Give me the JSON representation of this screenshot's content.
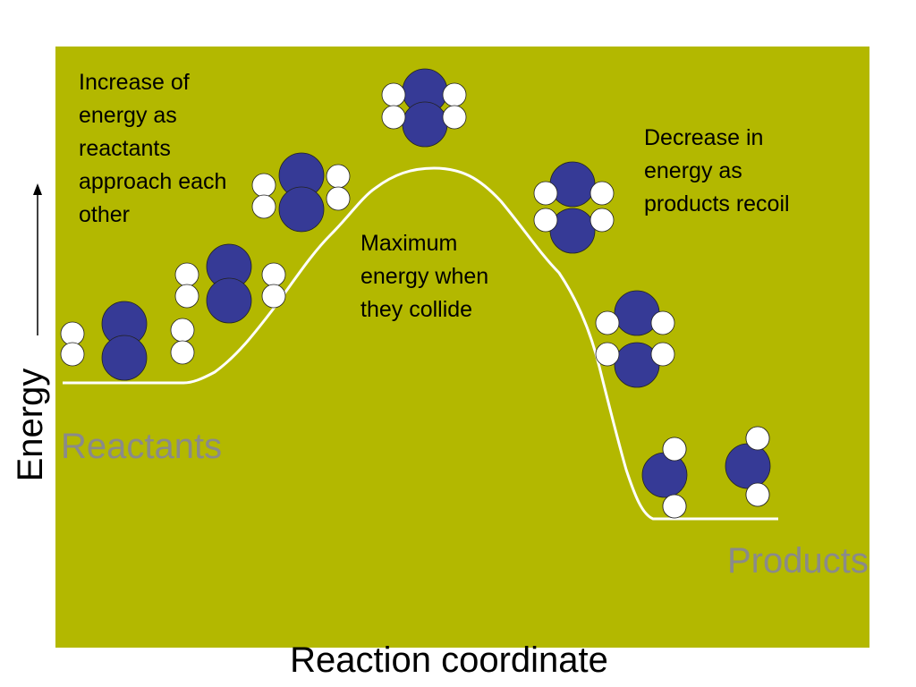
{
  "colors": {
    "plot_background": "#b3b800",
    "curve": "#ffffff",
    "atom_large": "#363a96",
    "atom_small": "#ffffff",
    "region_label": "#8a8a8a",
    "text": "#000000"
  },
  "axes": {
    "x_label": "Reaction coordinate",
    "y_label": "Energy",
    "y_arrow": "up-arrow"
  },
  "regions": {
    "reactants": "Reactants",
    "products": "Products"
  },
  "annotations": {
    "increase": "Increase of energy as reactants approach each other",
    "maximum": "Maximum energy when they collide",
    "decrease": "Decrease in energy as products recoil"
  }
}
